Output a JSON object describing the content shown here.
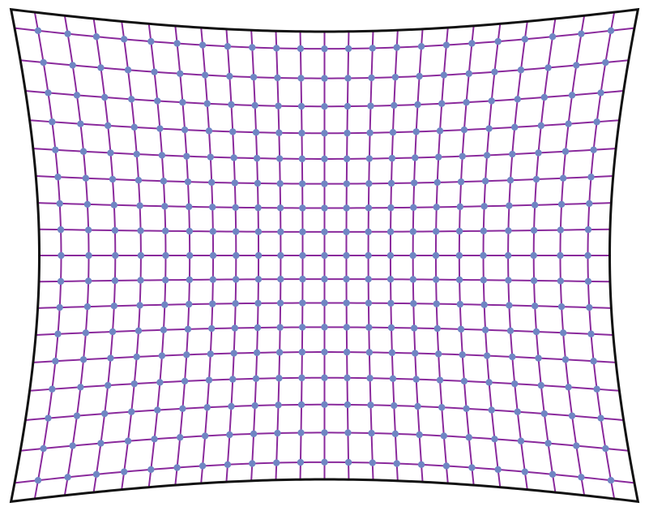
{
  "diagram": {
    "type": "pincushion-distortion-grid",
    "columns": 23,
    "rows": 17,
    "colors": {
      "background": "#ffffff",
      "border": "#111111",
      "grid_lines": "#8a2a9c",
      "nodes": "#6f86c3"
    }
  }
}
